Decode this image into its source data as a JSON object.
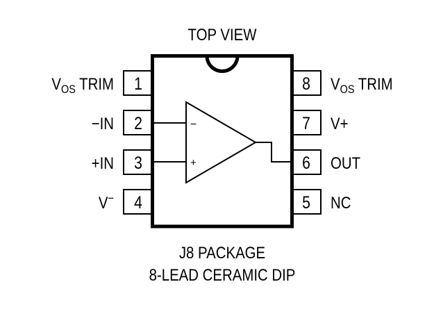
{
  "title": "TOP VIEW",
  "pins_left": [
    {
      "num": "1",
      "name": "V",
      "sub": "OS",
      "rest": " TRIM"
    },
    {
      "num": "2",
      "name": "−IN",
      "sub": "",
      "rest": ""
    },
    {
      "num": "3",
      "name": "+IN",
      "sub": "",
      "rest": ""
    },
    {
      "num": "4",
      "name": "V",
      "sup": "−",
      "rest": ""
    }
  ],
  "pins_right": [
    {
      "num": "8",
      "name": "V",
      "sub": "OS",
      "rest": " TRIM"
    },
    {
      "num": "7",
      "name": "V+",
      "sub": "",
      "rest": ""
    },
    {
      "num": "6",
      "name": "OUT",
      "sub": "",
      "rest": ""
    },
    {
      "num": "5",
      "name": "NC",
      "sub": "",
      "rest": ""
    }
  ],
  "opamp": {
    "minus": "−",
    "plus": "+"
  },
  "package": "J8 PACKAGE",
  "package_desc": "8-LEAD CERAMIC DIP"
}
